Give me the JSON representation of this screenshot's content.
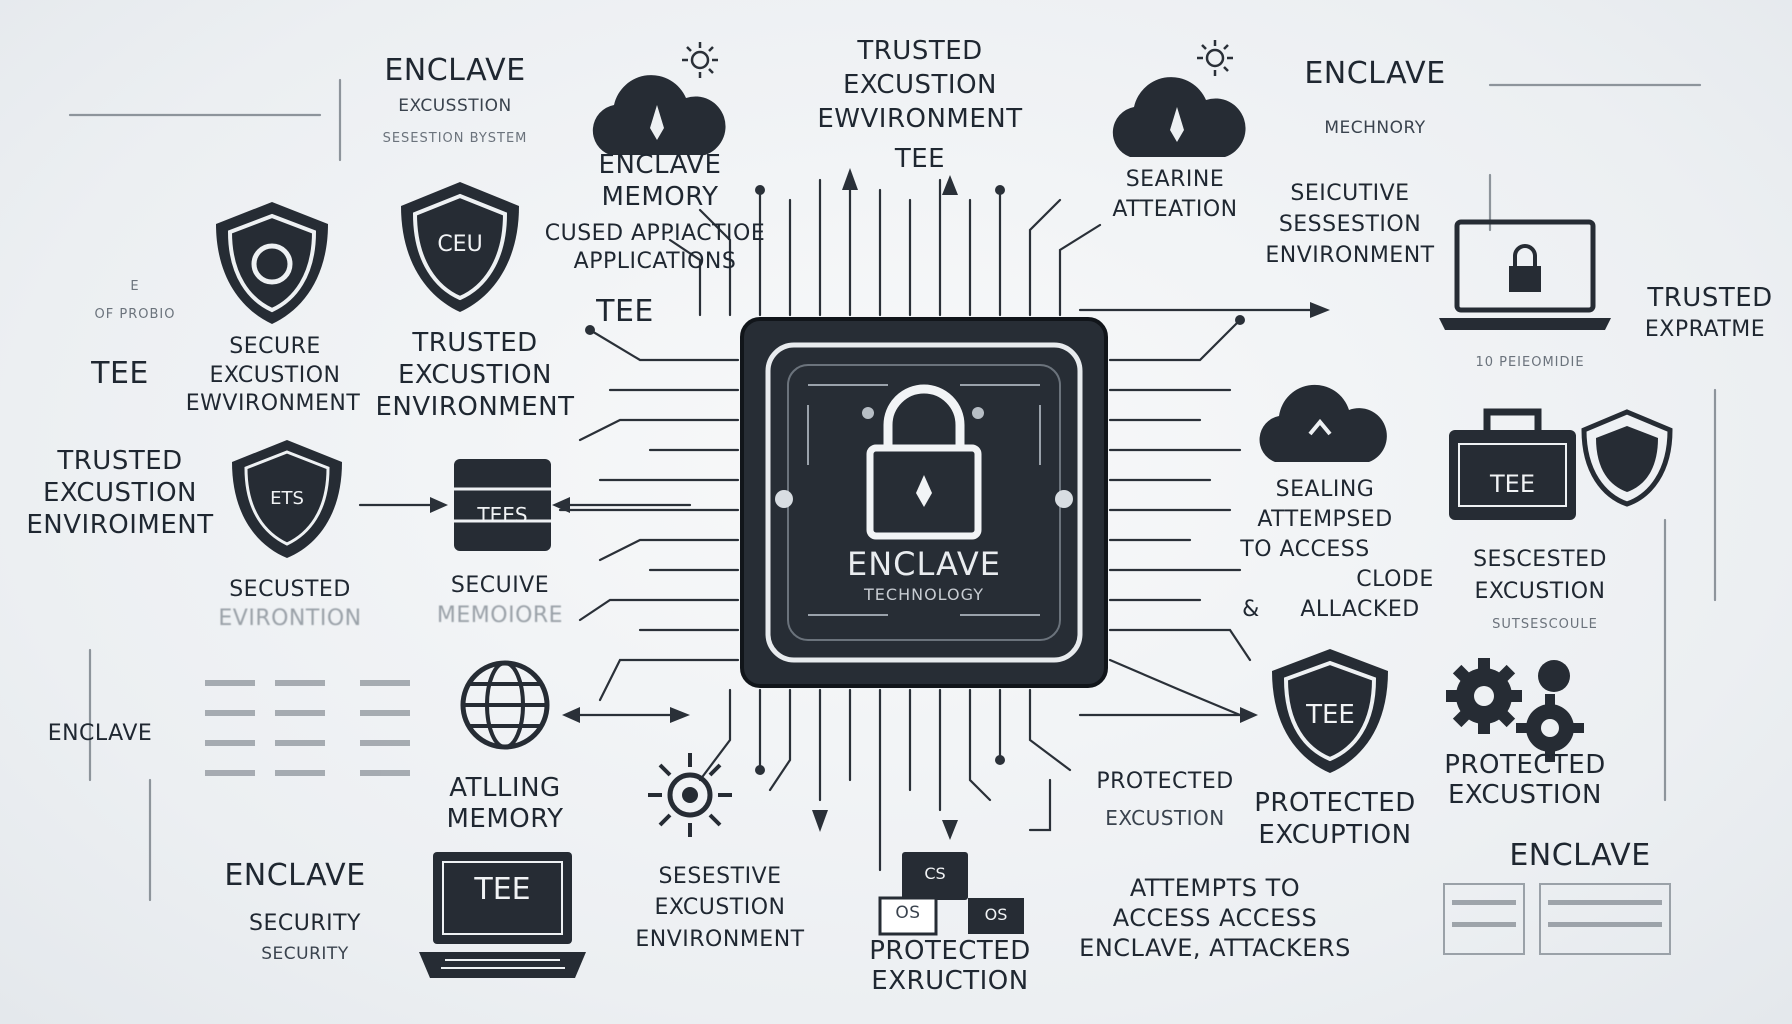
{
  "diagram": {
    "center": {
      "title": "ENCLAVE",
      "subtitle": "TECHNOLOGY"
    },
    "top": {
      "title_lines": [
        "TRUSTED",
        "EXCUSTION",
        "EWVIRONMENT",
        "TEE"
      ]
    },
    "left_top": {
      "heading": "ENCLAVE",
      "sub": "EXCUSSTION",
      "sub2": "SESESTION BYSTEM"
    },
    "left_mid": {
      "tee_label": "TEE",
      "tee_label2": "TEE",
      "shield1_label": "",
      "shield2_label": "CEU",
      "secure_lines": [
        "SECURE",
        "EXCUSTION",
        "EWVIRONMENT"
      ],
      "trusted_lines": [
        "TRUSTED",
        "EXCUSTION",
        "ENVIRONMENT"
      ],
      "memory_lines": [
        "ENCLAVE",
        "MEMORY"
      ],
      "apps_lines": [
        "CUSED APPIACTIOE",
        "APPLICATIONS"
      ],
      "small_code": "OF PROBIO",
      "small_e": "E"
    },
    "left_low": {
      "trusted_lines": [
        "TRUSTED",
        "EXCUSTION",
        "ENVIROIMENT"
      ],
      "shield_label": "ETS",
      "tee_box": "TEES",
      "secusted_lines": [
        "SECUSTED",
        "EVIRONTION"
      ],
      "secuive": "SECUIVE",
      "secuive_sub": "MEMOIORE",
      "enclave": "ENCLAVE",
      "atlling_lines": [
        "ATLLING",
        "MEMORY"
      ]
    },
    "bottom_left": {
      "enclave": "ENCLAVE",
      "security1": "SECURITY",
      "security2": "SECURITY",
      "laptop_label": "TEE",
      "sesestive_lines": [
        "SESESTIVE",
        "EXCUSTION",
        "ENVIRONMENT"
      ]
    },
    "bottom_center": {
      "os1": "OS",
      "os2": "CS",
      "os3": "OS",
      "protected_lines": [
        "PROTECTED",
        "EXRUCTION"
      ]
    },
    "right_top": {
      "enclave": "ENCLAVE",
      "mechnory": "MECHNORY",
      "searine_lines": [
        "SEARINE",
        "ATTEATION"
      ],
      "seicutive_lines": [
        "SEICUTIVE",
        "SESSESTION",
        "ENVIRONMENT"
      ],
      "trusted_lines": [
        "TRUSTED",
        "EXPRATME"
      ],
      "small_code": "10 PEIEOMIDIE"
    },
    "right_mid": {
      "sealing_lines": [
        "SEALING",
        "ATTEMPSED",
        "TO ACCESS",
        "CLODE"
      ],
      "attacked": "ALLACKED",
      "amp": "&",
      "tee_briefcase": "TEE",
      "secested_lines": [
        "SESCESTED",
        "EXCUSTION"
      ],
      "small_code": "SUTSESCOULE"
    },
    "right_low": {
      "shield_label": "TEE",
      "protected_small_lines": [
        "PROTECTED",
        "EXCUSTION"
      ],
      "protected_big_lines": [
        "PROTECTED",
        "EXCUPTION"
      ],
      "protected_right_lines": [
        "PROTECTED",
        "EXCUSTION"
      ],
      "enclave": "ENCLAVE",
      "attempts_lines": [
        "ATTEMPTS TO",
        "ACCESS ACCESS",
        "ENCLAVE, ATTACKERS"
      ]
    }
  },
  "colors": {
    "ink": "#1e242c",
    "chip": "#252b33",
    "background": "#eef1f3"
  },
  "icons": [
    "cloud-lock-icon",
    "shield-icon",
    "padlock-icon",
    "laptop-lock-icon",
    "briefcase-icon",
    "gear-icon",
    "globe-icon",
    "sun-icon",
    "database-icon"
  ]
}
